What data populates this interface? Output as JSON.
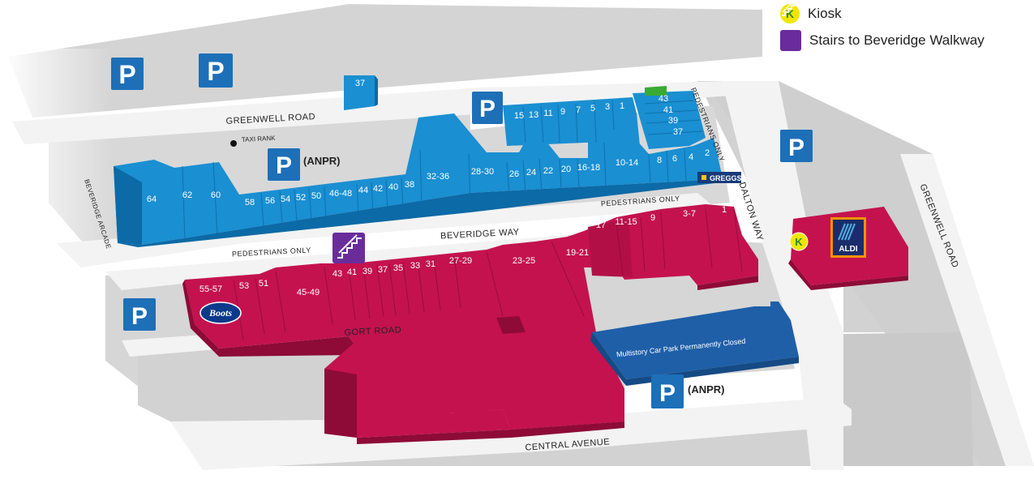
{
  "legend": {
    "kiosk_letter": "K",
    "kiosk_label": "Kiosk",
    "stairs_label": "Stairs to Beveridge Walkway"
  },
  "roads": {
    "greenwell_road_top": "GREENWELL ROAD",
    "greenwell_road_right": "GREENWELL ROAD",
    "taxi_rank": "TAXI RANK",
    "beveridge_arcade": "BEVERIDGE ARCADE",
    "beveridge_way": "BEVERIDGE WAY",
    "pedestrians_only_left": "PEDESTRIANS ONLY",
    "pedestrians_only_mid": "PEDESTRIANS ONLY",
    "pedestrians_only_right": "PEDESTRIANS ONLY",
    "dalton_way": "DALTON WAY",
    "gort_road": "GORT ROAD",
    "central_avenue": "CENTRAL AVENUE"
  },
  "parking": {
    "symbol": "P",
    "anpr_label": "(ANPR)"
  },
  "stores": {
    "north_row": [
      "64",
      "62",
      "60",
      "58",
      "56",
      "54",
      "52",
      "50",
      "46-48",
      "44",
      "42",
      "40",
      "38",
      "32-36",
      "28-30",
      "26",
      "24",
      "22",
      "20",
      "16-18",
      "10-14",
      "8",
      "6",
      "4",
      "2"
    ],
    "north_back": [
      "15",
      "13",
      "11",
      "9",
      "7",
      "5",
      "3",
      "1",
      "43",
      "41",
      "39",
      "37"
    ],
    "standalone_37": "37",
    "south_row": [
      "55-57",
      "53",
      "51",
      "45-49",
      "43",
      "41",
      "39",
      "37",
      "35",
      "33",
      "31",
      "27-29",
      "23-25",
      "19-21",
      "17",
      "11-15",
      "9",
      "3-7",
      "1"
    ]
  },
  "brands": {
    "greggs": "GREGGS",
    "boots": "Boots",
    "aldi": "ALDI"
  },
  "car_park_note": "Multistory Car Park Permanently Closed",
  "colors": {
    "blue": "#1a8fd2",
    "blue_dark": "#0c6aa6",
    "crimson": "#c4124f",
    "crimson_dark": "#8e0b37",
    "navy": "#1f5fa8",
    "parking": "#1d6fb8",
    "stairs": "#6a2c9b",
    "kiosk": "#f2e600",
    "aldi_navy": "#1a2d6b",
    "aldi_orange": "#f29200",
    "ground": "#dcdcdc",
    "ground_dark": "#c8c8c8",
    "road": "#f3f3f3"
  }
}
